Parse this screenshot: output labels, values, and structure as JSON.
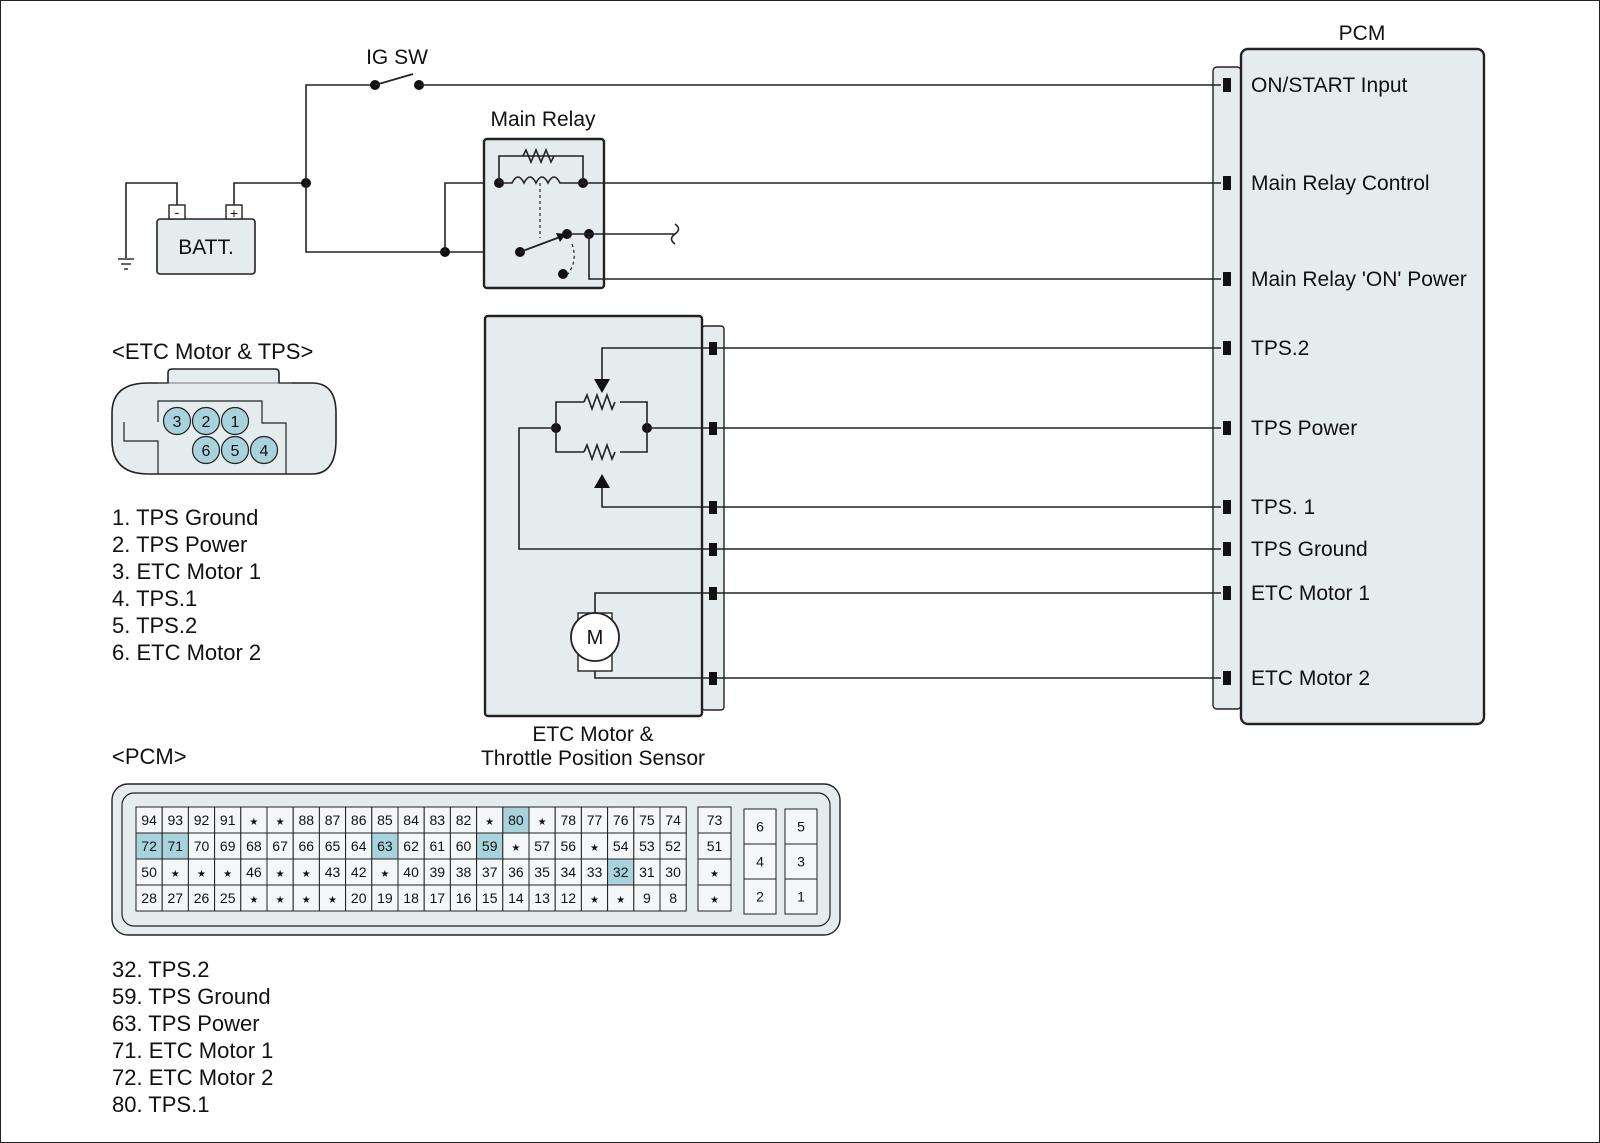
{
  "labels": {
    "pcm": "PCM",
    "ig_sw": "IG SW",
    "main_relay": "Main Relay",
    "battery": "BATT.",
    "batt_minus": "-",
    "batt_plus": "+",
    "sensor_title_1": "ETC Motor &",
    "sensor_title_2": "Throttle Position Sensor",
    "motor": "M"
  },
  "pcm_terminals": [
    "ON/START Input",
    "Main Relay Control",
    "Main Relay 'ON' Power",
    "TPS.2",
    "TPS Power",
    "TPS. 1",
    "TPS Ground",
    "ETC Motor 1",
    "ETC Motor 2"
  ],
  "etc_connector": {
    "title": "<ETC Motor & TPS>",
    "pins_top": [
      "3",
      "2",
      "1"
    ],
    "pins_bottom": [
      "6",
      "5",
      "4"
    ],
    "highlighted_color": "#a9d3dc",
    "legend": [
      "1. TPS Ground",
      "2. TPS Power",
      "3. ETC Motor 1",
      "4. TPS.1",
      "5. TPS.2",
      "6. ETC Motor 2"
    ]
  },
  "pcm_connector": {
    "title": "<PCM>",
    "rows": [
      [
        "94",
        "93",
        "92",
        "91",
        "*",
        "*",
        "88",
        "87",
        "86",
        "85",
        "84",
        "83",
        "82",
        "*",
        "80",
        "*",
        "78",
        "77",
        "76",
        "75",
        "74"
      ],
      [
        "72",
        "71",
        "70",
        "69",
        "68",
        "67",
        "66",
        "65",
        "64",
        "63",
        "62",
        "61",
        "60",
        "59",
        "*",
        "57",
        "56",
        "*",
        "54",
        "53",
        "52"
      ],
      [
        "50",
        "*",
        "*",
        "*",
        "46",
        "*",
        "*",
        "43",
        "42",
        "*",
        "40",
        "39",
        "38",
        "37",
        "36",
        "35",
        "34",
        "33",
        "32",
        "31",
        "30"
      ],
      [
        "28",
        "27",
        "26",
        "25",
        "*",
        "*",
        "*",
        "*",
        "20",
        "19",
        "18",
        "17",
        "16",
        "15",
        "14",
        "13",
        "12",
        "*",
        "*",
        "9",
        "8"
      ]
    ],
    "side_column": [
      "73",
      "51",
      "*",
      "*"
    ],
    "block_a": [
      "6",
      "4",
      "2"
    ],
    "block_b": [
      "5",
      "3",
      "1"
    ],
    "highlighted": [
      "80",
      "72",
      "71",
      "63",
      "59",
      "32"
    ],
    "legend": [
      "32. TPS.2",
      "59. TPS Ground",
      "63. TPS Power",
      "71. ETC Motor 1",
      "72. ETC Motor 2",
      "80. TPS.1"
    ]
  },
  "colors": {
    "component_fill": "#e5ecee",
    "highlight": "#a9d3dc",
    "line": "#222222"
  }
}
